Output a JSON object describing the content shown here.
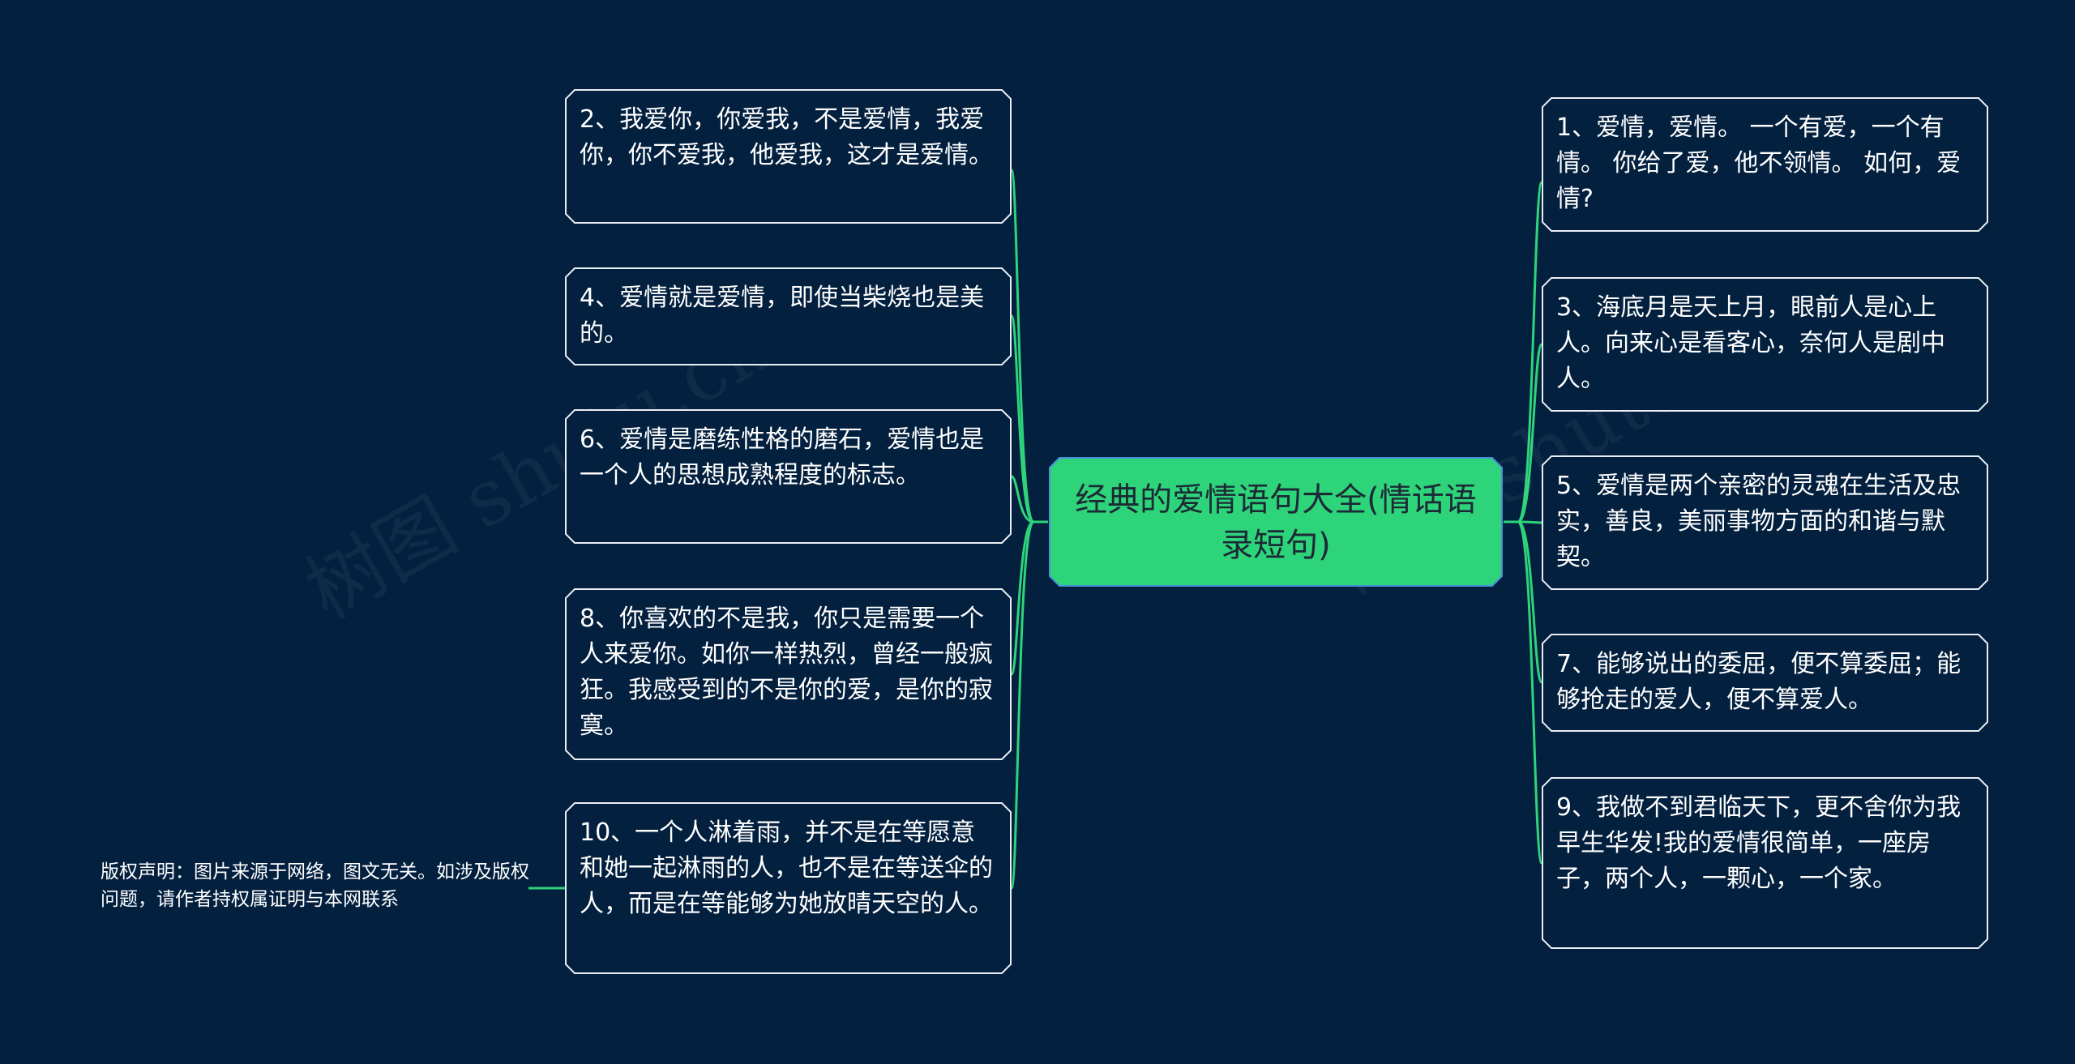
{
  "colors": {
    "background": "#03203f",
    "node_border": "#e9eef2",
    "center_fill": "#2ed47a",
    "center_border": "#4b8fd6",
    "connector": "#2ed47a",
    "text": "#ffffff",
    "center_text": "#1c2a36"
  },
  "center": {
    "label": "经典的爱情语句大全(情话语录短句)"
  },
  "left_nodes": [
    {
      "id": "2",
      "text": "2、我爱你，你爱我，不是爱情，我爱你，你不爱我，他爱我，这才是爱情。"
    },
    {
      "id": "4",
      "text": "4、爱情就是爱情，即使当柴烧也是美的。"
    },
    {
      "id": "6",
      "text": "6、爱情是磨练性格的磨石，爱情也是一个人的思想成熟程度的标志。"
    },
    {
      "id": "8",
      "text": "8、你喜欢的不是我，你只是需要一个人来爱你。如你一样热烈，曾经一般疯狂。我感受到的不是你的爱，是你的寂寞。"
    },
    {
      "id": "10",
      "text": "10、一个人淋着雨，并不是在等愿意和她一起淋雨的人，也不是在等送伞的人，而是在等能够为她放晴天空的人。"
    }
  ],
  "right_nodes": [
    {
      "id": "1",
      "text": "1、爱情，爱情。 一个有爱，一个有情。 你给了爱，他不领情。 如何，爱情?"
    },
    {
      "id": "3",
      "text": "3、海底月是天上月，眼前人是心上人。向来心是看客心，奈何人是剧中人。"
    },
    {
      "id": "5",
      "text": "5、爱情是两个亲密的灵魂在生活及忠实，善良，美丽事物方面的和谐与默契。"
    },
    {
      "id": "7",
      "text": "7、能够说出的委屈，便不算委屈；能够抢走的爱人，便不算爱人。"
    },
    {
      "id": "9",
      "text": "9、我做不到君临天下，更不舍你为我早生华发!我的爱情很简单，一座房子，两个人，一颗心，一个家。"
    }
  ],
  "copyright": {
    "text": "版权声明：图片来源于网络，图文无关。如涉及版权问题，请作者持权属证明与本网联系"
  },
  "watermark": {
    "text": "树图 shutu.cn"
  }
}
